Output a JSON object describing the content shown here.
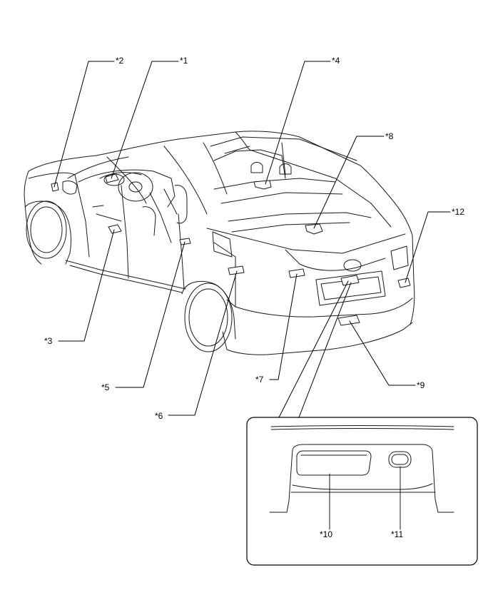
{
  "callouts": {
    "c1": "*1",
    "c2": "*2",
    "c3": "*3",
    "c4": "*4",
    "c5": "*5",
    "c6": "*6",
    "c7": "*7",
    "c8": "*8",
    "c9": "*9",
    "c10": "*10",
    "c11": "*11",
    "c12": "*12"
  },
  "colors": {
    "ink": "#000000",
    "line": "#1a1a1a",
    "background": "#ffffff"
  }
}
